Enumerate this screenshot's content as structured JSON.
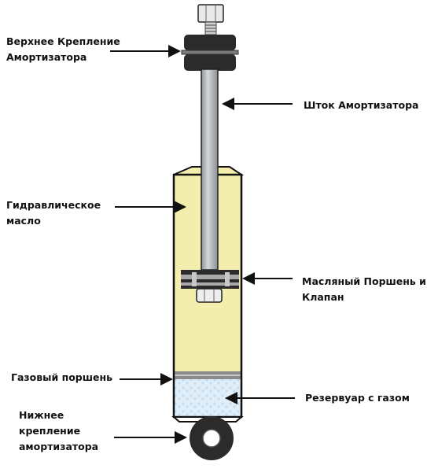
{
  "labels": {
    "upper_mount": [
      "Верхнее Крепление",
      "Амортизатора"
    ],
    "rod": "Шток Амортизатора",
    "oil": [
      "Гидравлическое",
      "масло"
    ],
    "piston_valve": [
      "Масляный Поршень и",
      "Клапан"
    ],
    "gas_piston": "Газовый поршень",
    "gas_reservoir": "Резервуар с газом",
    "lower_mount": [
      "Нижнее",
      "крепление",
      "амортизатора"
    ]
  },
  "colors": {
    "oil": "#f4eeae",
    "gas": "#dfeef8",
    "rod": "#b9bcc0",
    "rubber": "#2b2b2b",
    "outline": "#111111"
  }
}
